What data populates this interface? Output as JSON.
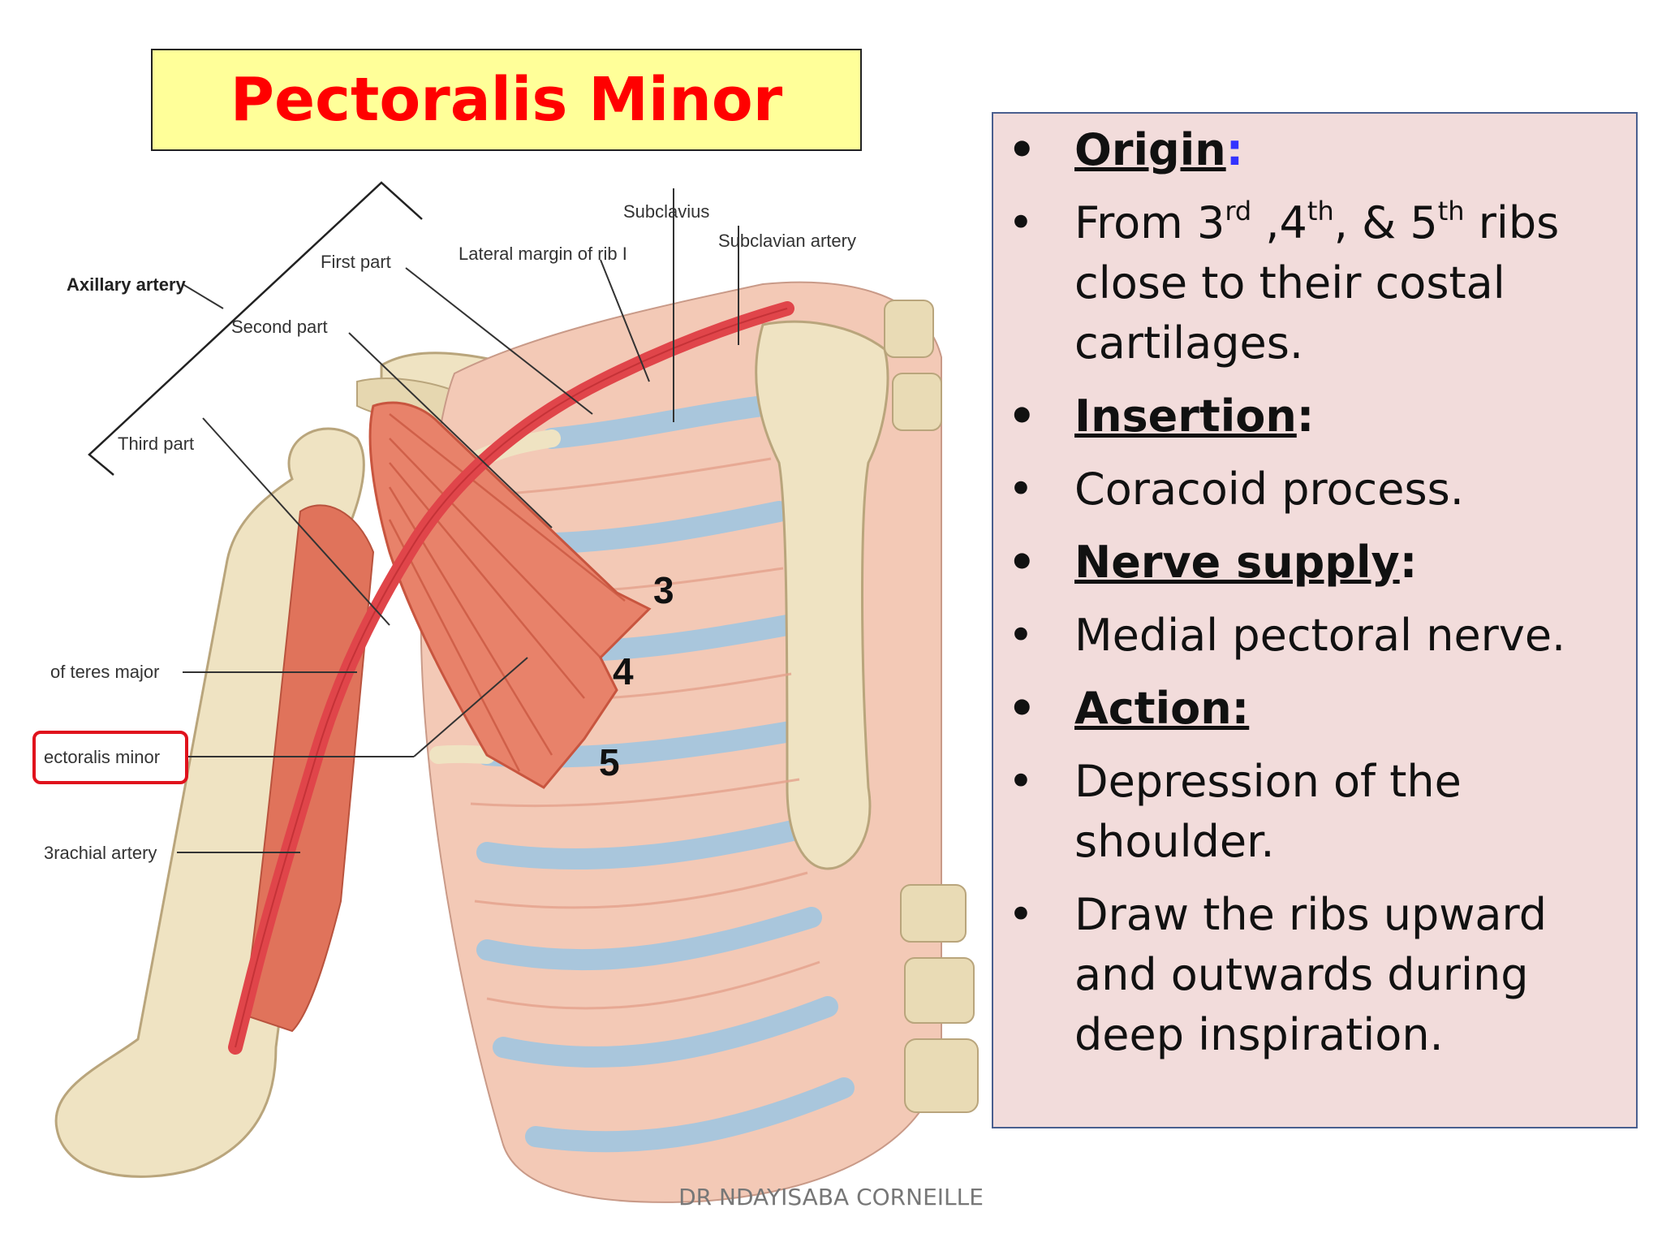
{
  "title": "Pectoralis Minor",
  "figure": {
    "labels": {
      "subclavius": "Subclavius",
      "subclavian_artery": "Subclavian artery",
      "lateral_margin": "Lateral margin of rib I",
      "first_part": "First part",
      "axillary_artery": "Axillary artery",
      "second_part": "Second part",
      "third_part": "Third part",
      "teres_major": "of teres major",
      "pectoralis_minor": "ectoralis minor",
      "brachial_artery": "3rachial artery"
    },
    "rib_numbers": [
      "3",
      "4",
      "5"
    ],
    "colors": {
      "muscle": "#e8826a",
      "muscle_dark": "#c8553f",
      "bone": "#efe3c2",
      "cartilage": "#a9c6dc",
      "artery": "#e0454a",
      "highlight": "#e0121c"
    }
  },
  "panel": {
    "items": [
      {
        "type": "head",
        "color": "red",
        "label": "Origin",
        "suffix": ":"
      },
      {
        "type": "text",
        "parts": [
          "From 3",
          "rd",
          " ,4",
          "th",
          ", & 5",
          "th",
          " ribs close to their costal cartilages."
        ]
      },
      {
        "type": "head",
        "color": "blue",
        "label": "Insertion",
        "suffix": ":"
      },
      {
        "type": "text",
        "value": "Coracoid process."
      },
      {
        "type": "head",
        "color": "blue",
        "label": "Nerve supply",
        "suffix": ":"
      },
      {
        "type": "text",
        "value": "Medial pectoral nerve."
      },
      {
        "type": "head",
        "color": "blue",
        "label": "Action:",
        "suffix": ""
      },
      {
        "type": "text",
        "value": "Depression of the shoulder."
      },
      {
        "type": "text",
        "value": "Draw the ribs upward and outwards during deep inspiration."
      }
    ],
    "bullet": "•",
    "colors": {
      "red": "#c00000",
      "blue": "#3333ff",
      "background": "#f2dcdb",
      "border": "#4a5f8f"
    }
  },
  "footer": "DR NDAYISABA CORNEILLE"
}
